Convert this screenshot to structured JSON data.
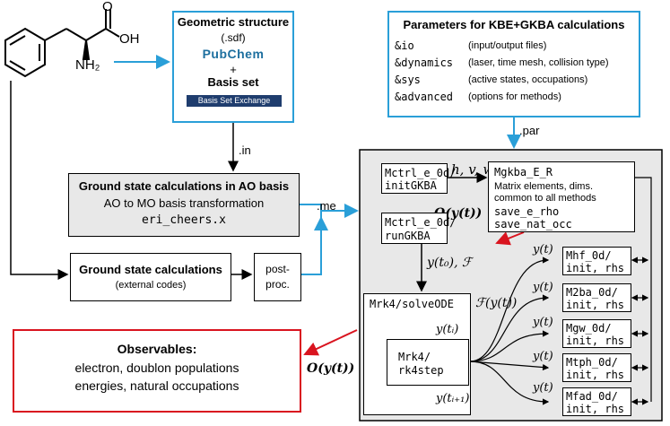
{
  "molecule": {
    "oh": "OH",
    "nh2": "NH₂",
    "o": "O"
  },
  "geom": {
    "title": "Geometric structure",
    "ext": "(.sdf)",
    "pubchem": "PubChem",
    "plus": "+",
    "basis": "Basis set",
    "bse": "Basis Set Exchange"
  },
  "params": {
    "title": "Parameters for KBE+GKBA calculations",
    "rows": [
      {
        "key": "&io",
        "desc": "(input/output files)"
      },
      {
        "key": "&dynamics",
        "desc": "(laser, time mesh, collision type)"
      },
      {
        "key": "&sys",
        "desc": "(active states, occupations)"
      },
      {
        "key": "&advanced",
        "desc": "(options for methods)"
      }
    ]
  },
  "edge_labels": {
    "in": ".in",
    "me": ".me",
    "par": ".par"
  },
  "gs_ao": {
    "title": "Ground state calculations in AO basis",
    "line2": "AO to MO basis transformation",
    "code": "eri_cheers.x"
  },
  "gs_ext": {
    "title": "Ground state calculations",
    "sub": "(external codes)"
  },
  "postproc": {
    "l1": "post-",
    "l2": "proc."
  },
  "init": {
    "l1": "Mctrl_e_0d/",
    "l2": "initGKBA"
  },
  "run": {
    "l1": "Mctrl_e_0d/",
    "l2": "runGKBA"
  },
  "hvw": "h, v, w",
  "mgkba": {
    "title": "Mgkba_E_R",
    "d1": "Matrix elements, dims.",
    "d2": "common to all methods",
    "s1": "save_e_rho",
    "s2": "save_nat_occ"
  },
  "math": {
    "Oy": "O(y(t))",
    "y0F": "y(t₀), ℱ",
    "Fy": "ℱ(y(t))",
    "yt": "y(t)",
    "yti": "y(tᵢ)",
    "yti1": "y(tᵢ₊₁)"
  },
  "solve": {
    "title": "Mrk4/solveODE"
  },
  "step": {
    "l1": "Mrk4/",
    "l2": "rk4step"
  },
  "methods": [
    {
      "l1": "Mhf_0d/",
      "l2": "init, rhs"
    },
    {
      "l1": "M2ba_0d/",
      "l2": "init, rhs"
    },
    {
      "l1": "Mgw_0d/",
      "l2": "init, rhs"
    },
    {
      "l1": "Mtph_0d/",
      "l2": "init, rhs"
    },
    {
      "l1": "Mfad_0d/",
      "l2": "init, rhs"
    }
  ],
  "obs": {
    "title": "Observables:",
    "l1": "electron, doublon populations",
    "l2": "energies, natural occupations"
  },
  "colors": {
    "blue": "#2a9fd8",
    "red": "#d9141f",
    "gray": "#e8e8e8"
  }
}
